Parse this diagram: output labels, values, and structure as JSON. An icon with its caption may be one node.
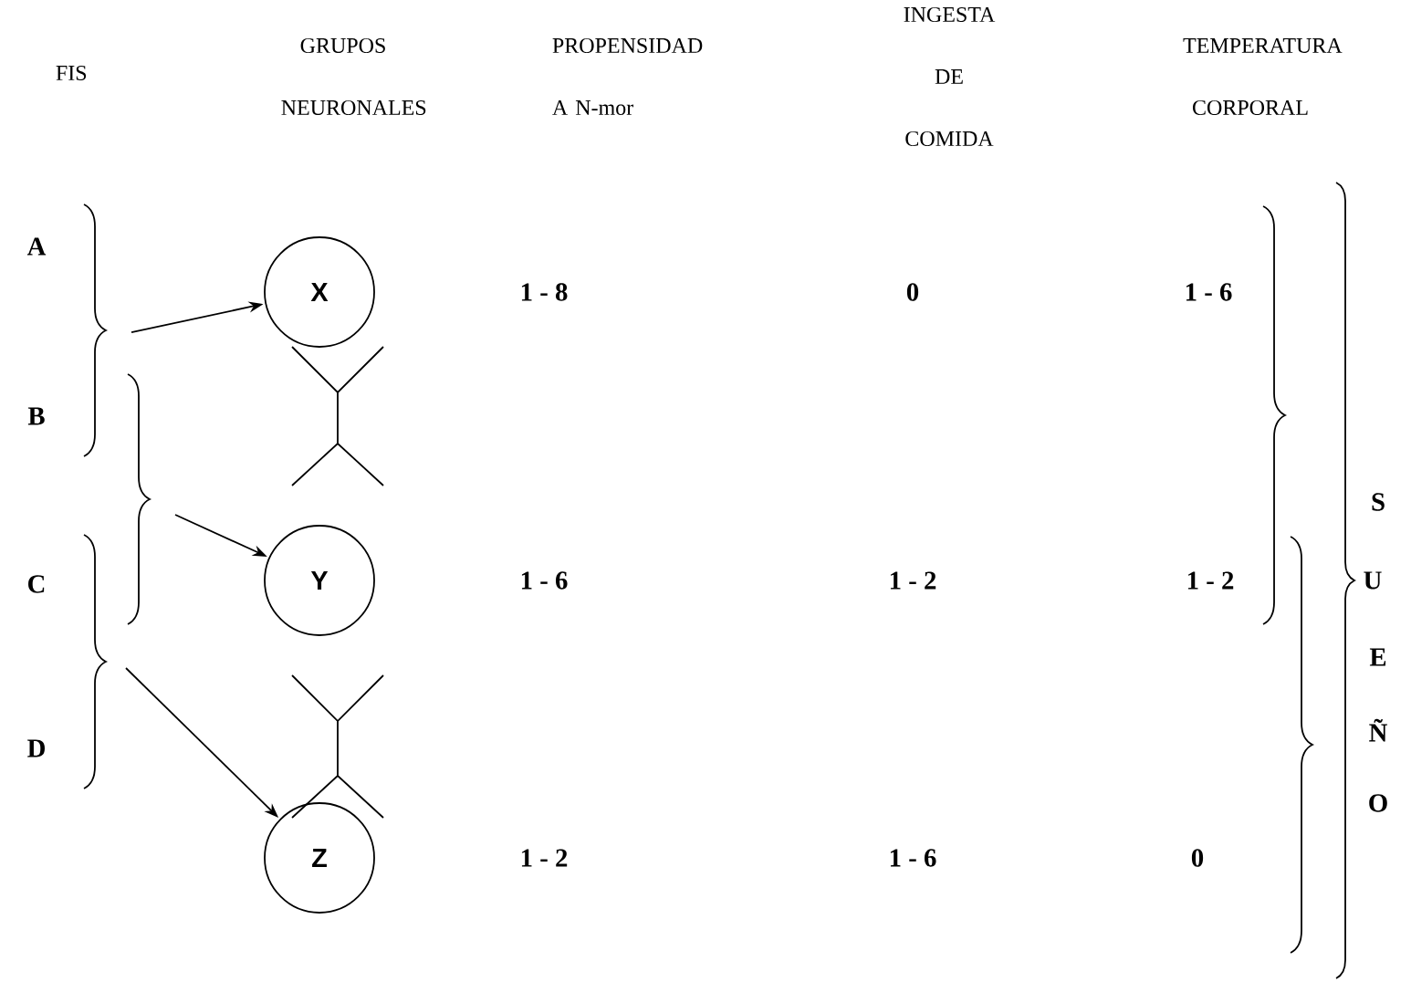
{
  "diagram": {
    "nodes": [
      {
        "text": [
          "X"
        ]
      },
      {
        "text": [
          "Y"
        ]
      },
      {
        "text": [
          "Z"
        ]
      }
    ],
    "edges": [
      {
        "from": null,
        "to": 0,
        "arrow": "to"
      },
      {
        "from": null,
        "to": 1,
        "arrow": "to"
      },
      {
        "from": null,
        "to": 2,
        "arrow": "to"
      }
    ],
    "labels": [
      "FIS",
      "GRUPOS NEURONALES",
      "PROPENSIDAD A N-mor",
      "INGESTA DE COMIDA",
      "TEMPERATURA CORPORAL",
      "A",
      "1 - 8",
      "0",
      "1 - 6",
      "B",
      "S",
      "C",
      "1 - 6",
      "1 - 2",
      "1 - 2",
      "U",
      "E",
      "D",
      "Ñ",
      "O",
      "1 - 2",
      "1 - 6",
      "0"
    ]
  }
}
